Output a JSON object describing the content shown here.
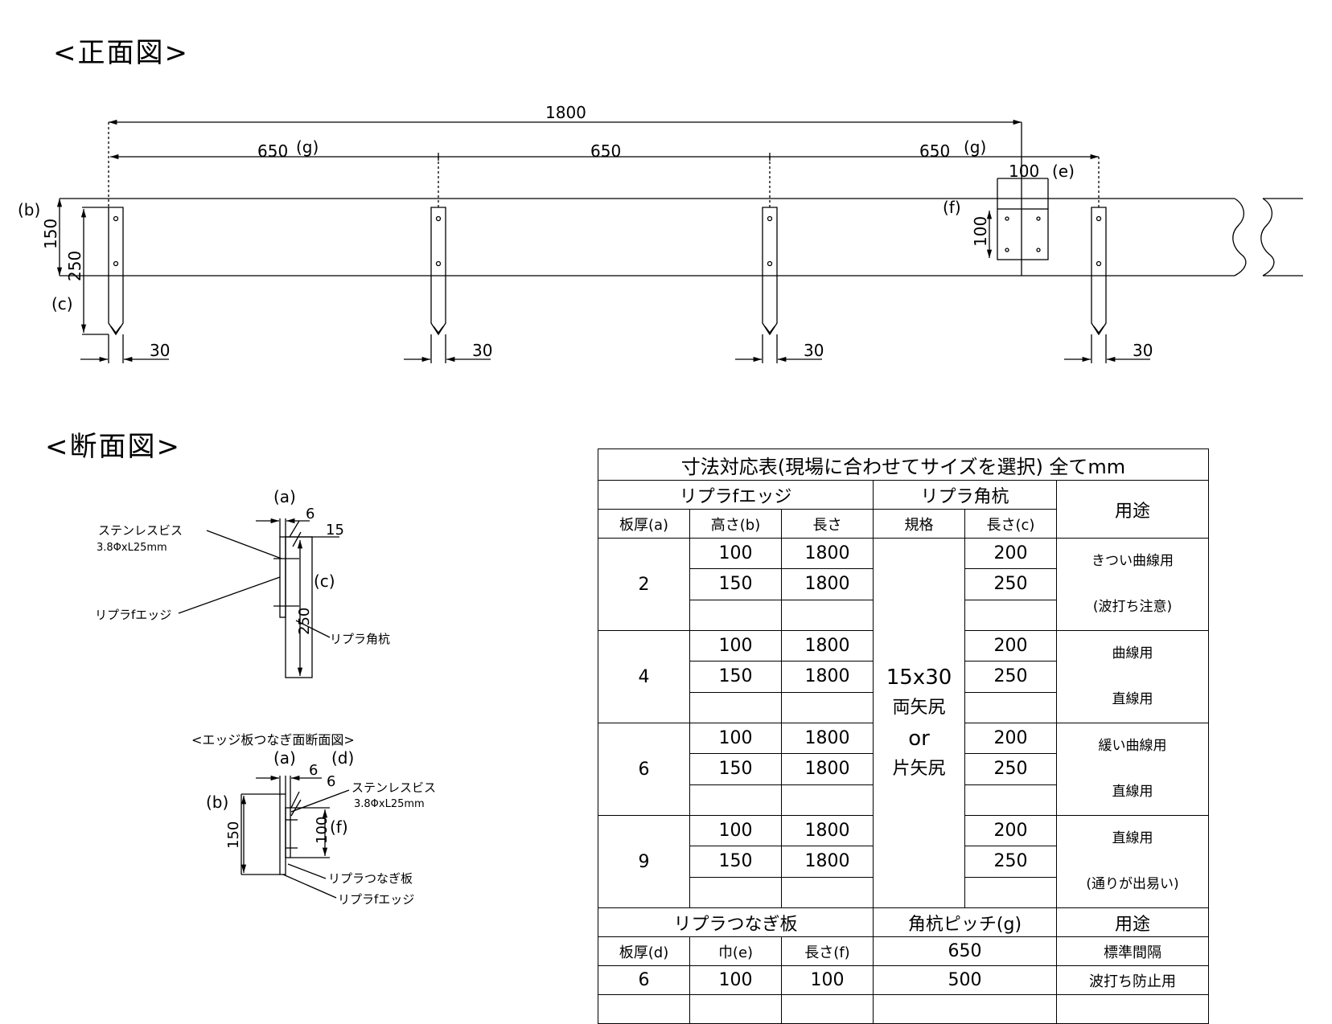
{
  "front_view": {
    "title": "<正面図>",
    "dim_total": "1800",
    "dim_pitch_1": "650",
    "dim_pitch_2": "650",
    "dim_pitch_3": "650",
    "label_g": "(g)",
    "dim_plate_width": "100",
    "label_e": "(e)",
    "label_f": "(f)",
    "dim_plate_height": "100",
    "label_b": "(b)",
    "dim_edge_height": "150",
    "dim_stake_length": "250",
    "label_c": "(c)",
    "dim_stake_width": "30"
  },
  "section_view": {
    "title": "<断面図>",
    "label_a": "(a)",
    "dim_6": "6",
    "dim_15": "15",
    "screw_label": "ステンレスビス",
    "screw_spec": "3.8ΦxL25mm",
    "edge_label": "リプラfエッジ",
    "label_c": "(c)",
    "dim_250": "250",
    "stake_label": "リプラ角杭"
  },
  "joint_section": {
    "title": "<エッジ板つなぎ面断面図>",
    "label_a": "(a)",
    "label_d": "(d)",
    "dim_6a": "6",
    "dim_6b": "6",
    "screw_label": "ステンレスビス",
    "screw_spec": "3.8ΦxL25mm",
    "label_b": "(b)",
    "dim_150": "150",
    "dim_100": "100",
    "label_f": "(f)",
    "joint_label": "リプラつなぎ板",
    "edge_label": "リプラfエッジ"
  },
  "table": {
    "title": "寸法対応表(現場に合わせてサイズを選択) 全てmm",
    "h_edge": "リプラfエッジ",
    "h_stake": "リプラ角杭",
    "h_use": "用途",
    "h_thickness": "板厚(a)",
    "h_height": "高さ(b)",
    "h_length": "長さ",
    "h_spec": "規格",
    "h_stake_len": "長さ(c)",
    "spec_line1": "15x30",
    "spec_line2": "両矢尻",
    "spec_line3": "or",
    "spec_line4": "片矢尻",
    "groups": [
      {
        "thickness": "2",
        "rows": [
          {
            "height": "100",
            "length": "1800",
            "stake": "200"
          },
          {
            "height": "150",
            "length": "1800",
            "stake": "250"
          }
        ],
        "use1": "きつい曲線用",
        "use2": "(波打ち注意)"
      },
      {
        "thickness": "4",
        "rows": [
          {
            "height": "100",
            "length": "1800",
            "stake": "200"
          },
          {
            "height": "150",
            "length": "1800",
            "stake": "250"
          }
        ],
        "use1": "曲線用",
        "use2": "直線用"
      },
      {
        "thickness": "6",
        "rows": [
          {
            "height": "100",
            "length": "1800",
            "stake": "200"
          },
          {
            "height": "150",
            "length": "1800",
            "stake": "250"
          }
        ],
        "use1": "緩い曲線用",
        "use2": "直線用"
      },
      {
        "thickness": "9",
        "rows": [
          {
            "height": "100",
            "length": "1800",
            "stake": "200"
          },
          {
            "height": "150",
            "length": "1800",
            "stake": "250"
          }
        ],
        "use1": "直線用",
        "use2": "(通りが出易い)"
      }
    ],
    "h_joint": "リプラつなぎ板",
    "h_pitch": "角杭ピッチ(g)",
    "h_use2": "用途",
    "h_jthick": "板厚(d)",
    "h_jwidth": "巾(e)",
    "h_jlen": "長さ(f)",
    "joint_thickness": "6",
    "joint_width": "100",
    "joint_length": "100",
    "pitch_1": "650",
    "pitch_1_use": "標準間隔",
    "pitch_2": "500",
    "pitch_2_use": "波打ち防止用"
  }
}
